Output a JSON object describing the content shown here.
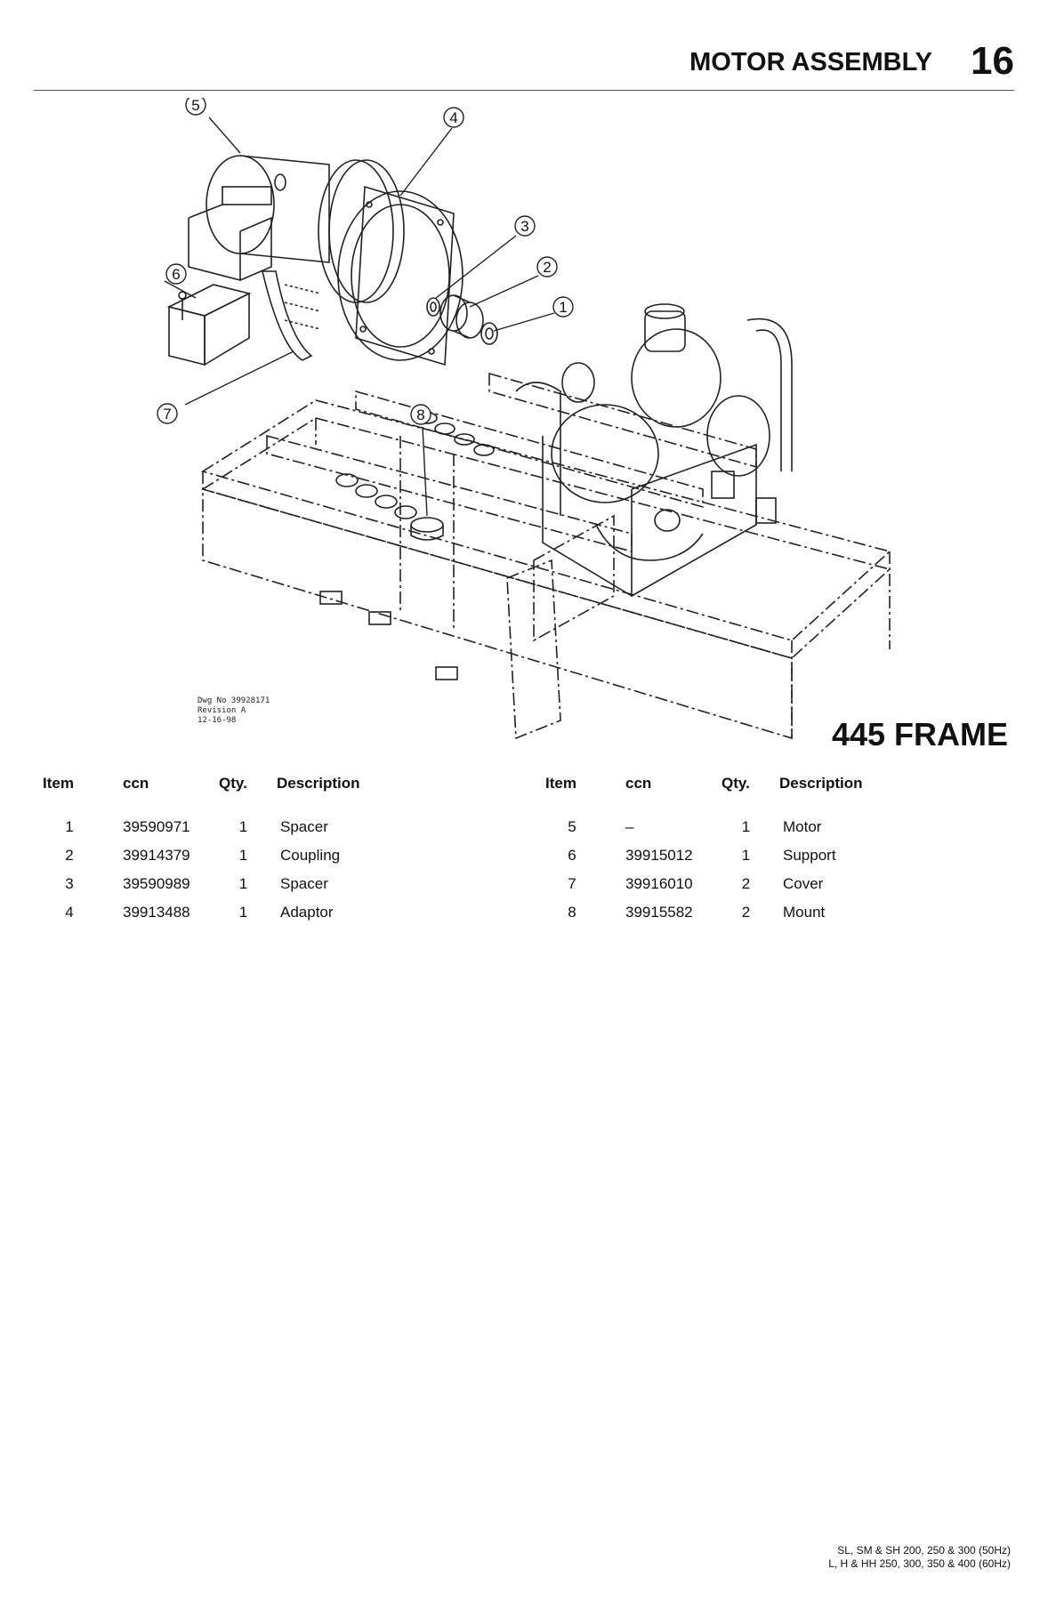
{
  "header": {
    "title": "MOTOR ASSEMBLY",
    "page_number": "16"
  },
  "drawing": {
    "dwg_number": "Dwg No 39928171",
    "revision": "Revision A",
    "date": "12-16-98",
    "callouts": [
      "1",
      "2",
      "3",
      "4",
      "5",
      "6",
      "7",
      "8"
    ]
  },
  "frame_label": "445 FRAME",
  "table": {
    "headers": {
      "item": "Item",
      "ccn": "ccn",
      "qty": "Qty.",
      "description": "Description"
    },
    "left_rows": [
      {
        "item": "1",
        "ccn": "39590971",
        "qty": "1",
        "description": "Spacer"
      },
      {
        "item": "2",
        "ccn": "39914379",
        "qty": "1",
        "description": "Coupling"
      },
      {
        "item": "3",
        "ccn": "39590989",
        "qty": "1",
        "description": "Spacer"
      },
      {
        "item": "4",
        "ccn": "39913488",
        "qty": "1",
        "description": "Adaptor"
      }
    ],
    "right_rows": [
      {
        "item": "5",
        "ccn": "–",
        "qty": "1",
        "description": "Motor"
      },
      {
        "item": "6",
        "ccn": "39915012",
        "qty": "1",
        "description": "Support"
      },
      {
        "item": "7",
        "ccn": "39916010",
        "qty": "2",
        "description": "Cover"
      },
      {
        "item": "8",
        "ccn": "39915582",
        "qty": "2",
        "description": "Mount"
      }
    ]
  },
  "footer": {
    "line1": "SL, SM & SH 200, 250 & 300 (50Hz)",
    "line2": "L, H & HH 250, 300, 350 & 400 (60Hz)"
  }
}
